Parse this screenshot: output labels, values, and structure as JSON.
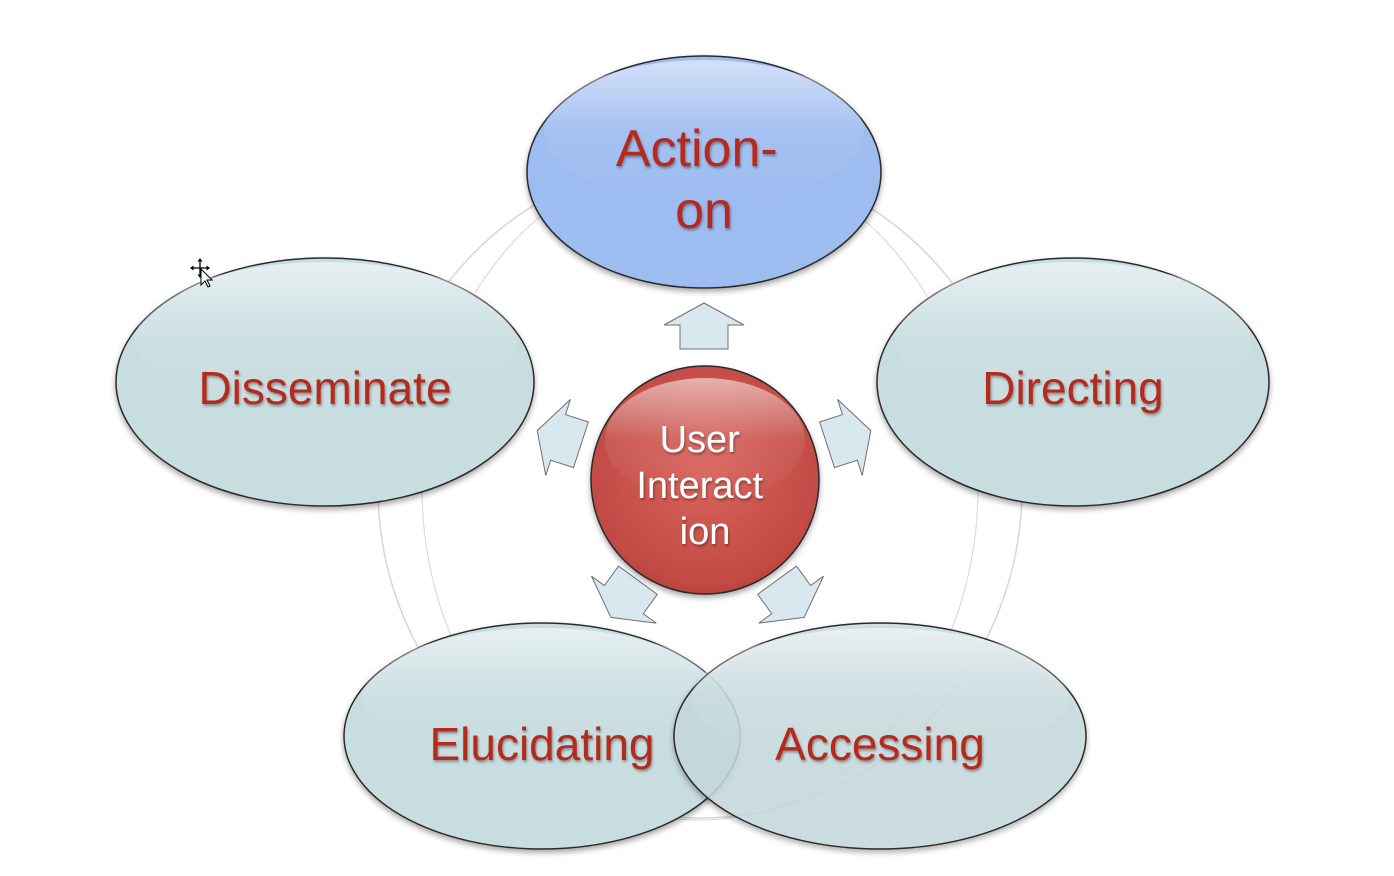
{
  "center": {
    "lines": [
      "User",
      "Interact",
      "ion"
    ],
    "fill": "#c9514b",
    "text_color": "#ffffff"
  },
  "nodes": [
    {
      "id": "action-on",
      "lines": [
        "Action-",
        "on"
      ],
      "fill": "#9dbcf0",
      "highlighted": true
    },
    {
      "id": "directing",
      "lines": [
        "Directing"
      ],
      "fill": "#c8dde0"
    },
    {
      "id": "accessing",
      "lines": [
        "Accessing"
      ],
      "fill": "#c8dde0"
    },
    {
      "id": "elucidating",
      "lines": [
        "Elucidating"
      ],
      "fill": "#c8dde0"
    },
    {
      "id": "disseminate",
      "lines": [
        "Disseminate"
      ],
      "fill": "#c8dde0"
    }
  ],
  "node_text_color": "#b52a1c",
  "arrow_fill": "#d8e8ee",
  "ring_color": "#d6d6d6",
  "cursor_icon": "move-cursor-icon"
}
